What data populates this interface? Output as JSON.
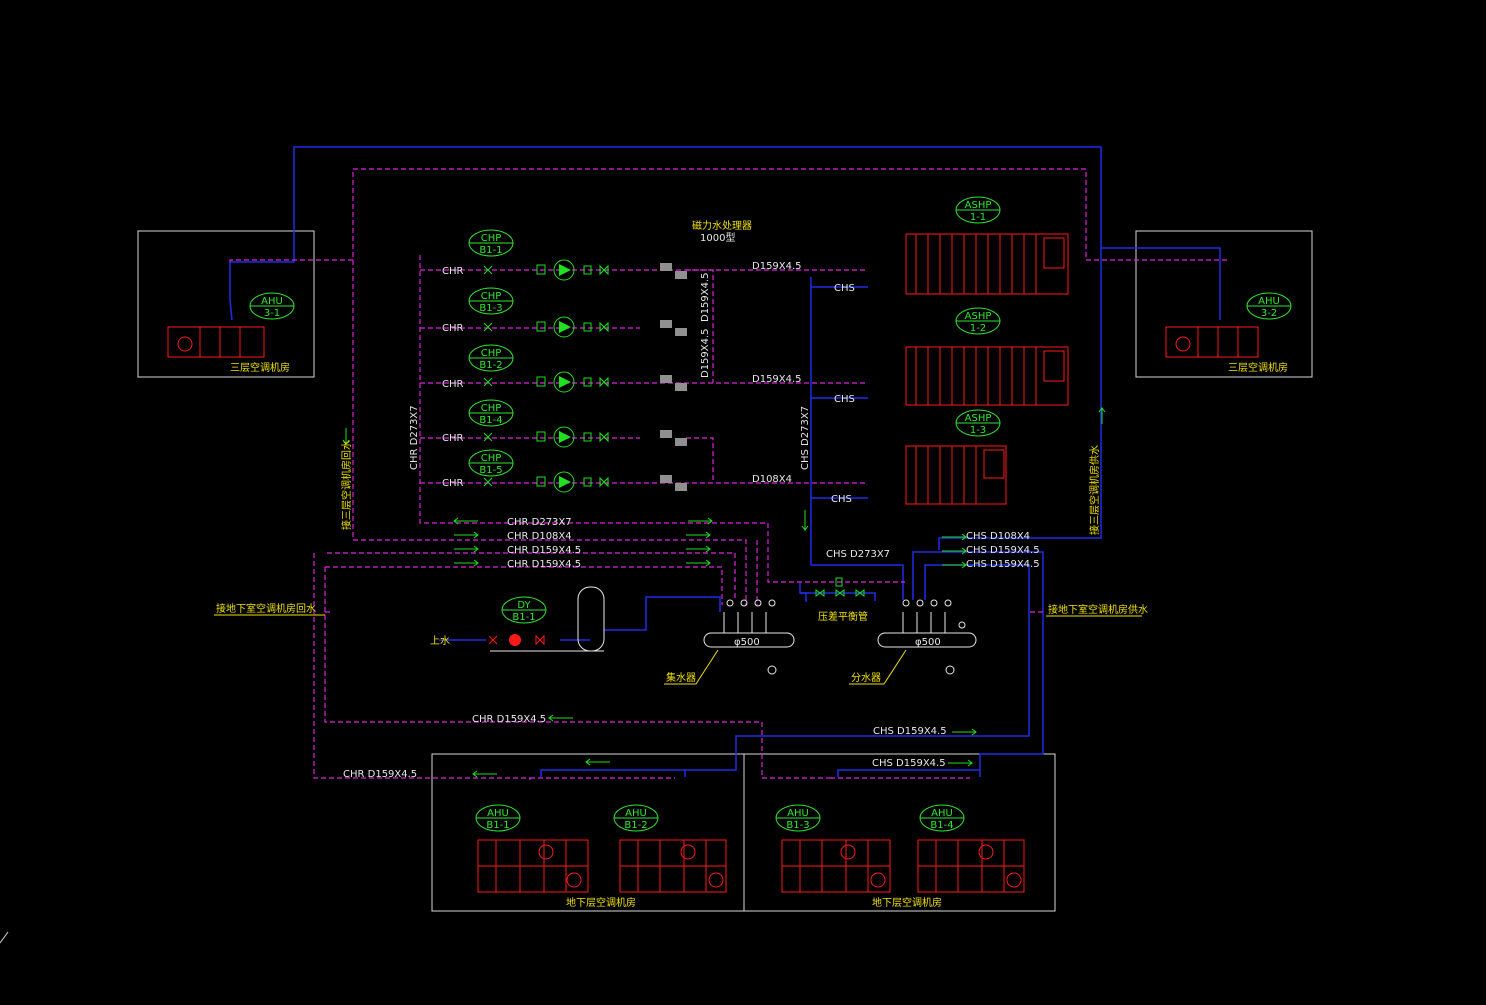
{
  "tags": {
    "chp_b1_1": [
      "CHP",
      "B1-1"
    ],
    "chp_b1_3": [
      "CHP",
      "B1-3"
    ],
    "chp_b1_2": [
      "CHP",
      "B1-2"
    ],
    "chp_b1_4": [
      "CHP",
      "B1-4"
    ],
    "chp_b1_5": [
      "CHP",
      "B1-5"
    ],
    "ashp_1_1": [
      "ASHP",
      "1-1"
    ],
    "ashp_1_2": [
      "ASHP",
      "1-2"
    ],
    "ashp_1_3": [
      "ASHP",
      "1-3"
    ],
    "ahu_3_1": [
      "AHU",
      "3-1"
    ],
    "ahu_3_2": [
      "AHU",
      "3-2"
    ],
    "dy_b1_1": [
      "DY",
      "B1-1"
    ],
    "ahu_b1_1": [
      "AHU",
      "B1-1"
    ],
    "ahu_b1_2": [
      "AHU",
      "B1-2"
    ],
    "ahu_b1_3": [
      "AHU",
      "B1-3"
    ],
    "ahu_b1_4": [
      "AHU",
      "B1-4"
    ]
  },
  "labels": {
    "chr": "CHR",
    "chs": "CHS",
    "water_treatment": "磁力水处理器",
    "water_treatment_size": "1000型",
    "d159x45": "D159X4.5",
    "d108x4": "D108X4",
    "chr_d273x7_vertical": "CHR D273X7",
    "chs_d273x7_vertical": "CHS D273X7",
    "return_third_floor": "接三层空调机房回水",
    "supply_third_floor": "接三层空调机房供水",
    "third_floor_room": "三层空调机房",
    "chr_d273x7": "CHR D273X7",
    "chr_d108x4": "CHR D108X4",
    "chr_d159x45_a": "CHR D159X4.5",
    "chr_d159x45_b": "CHR D159X4.5",
    "chs_d273x7": "CHS D273X7",
    "chs_d108x4": "CHS D108X4",
    "chs_d159x45_a": "CHS D159X4.5",
    "chs_d159x45_b": "CHS D159X4.5",
    "basement_return": "接地下室空调机房回水",
    "basement_supply": "接地下室空调机房供水",
    "makeup_water": "上水",
    "phi500_a": "φ500",
    "phi500_b": "φ500",
    "return_header": "集水器",
    "supply_header": "分水器",
    "bypass_pipe": "压差平衡管",
    "chr_d159x45_bottom1": "CHR D159X4.5",
    "chs_d159x45_bottom1": "CHS D159X4.5",
    "chr_d159x45_bottom2": "CHR D159X4.5",
    "chs_d159x45_bottom2": "CHS D159X4.5",
    "basement_room_a": "地下层空调机房",
    "basement_room_b": "地下层空调机房"
  },
  "colors": {
    "supply_pipe": "#1e2ee6",
    "return_pipe": "#e020e0",
    "equipment": "#ff1a1a",
    "tag": "#2ee82e",
    "room_label": "#f0e000"
  }
}
